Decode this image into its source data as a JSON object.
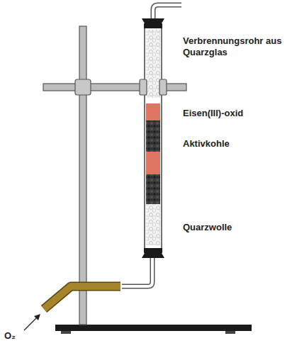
{
  "diagram": {
    "labels": [
      "Verbrennungsrohr aus Quarzglas",
      "Eisen(III)-oxid",
      "Aktivkohle",
      "Quarzwolle",
      "O₂"
    ]
  }
}
